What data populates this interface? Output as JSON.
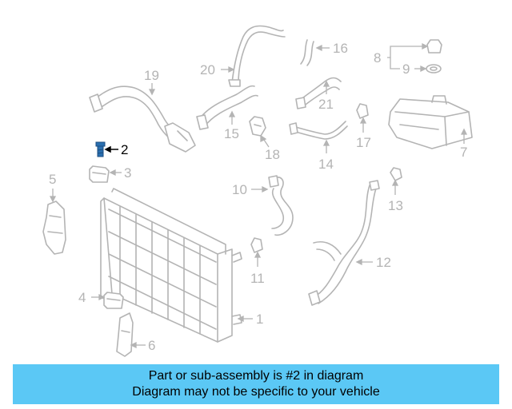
{
  "colors": {
    "line_gray": "#b4b4b4",
    "highlight": "#000000",
    "part_fill": "#2a6fb0",
    "caption_bg": "#5bc8f5"
  },
  "parts": [
    {
      "number": "1"
    },
    {
      "number": "2",
      "highlighted": true
    },
    {
      "number": "3"
    },
    {
      "number": "4"
    },
    {
      "number": "5"
    },
    {
      "number": "6"
    },
    {
      "number": "7"
    },
    {
      "number": "8"
    },
    {
      "number": "9"
    },
    {
      "number": "10"
    },
    {
      "number": "11"
    },
    {
      "number": "12"
    },
    {
      "number": "13"
    },
    {
      "number": "14"
    },
    {
      "number": "15"
    },
    {
      "number": "16"
    },
    {
      "number": "17"
    },
    {
      "number": "18"
    },
    {
      "number": "19"
    },
    {
      "number": "20"
    },
    {
      "number": "21"
    }
  ],
  "caption": {
    "line1": "Part or sub-assembly is #2 in diagram",
    "line2": "Diagram may not be specific to your vehicle"
  }
}
